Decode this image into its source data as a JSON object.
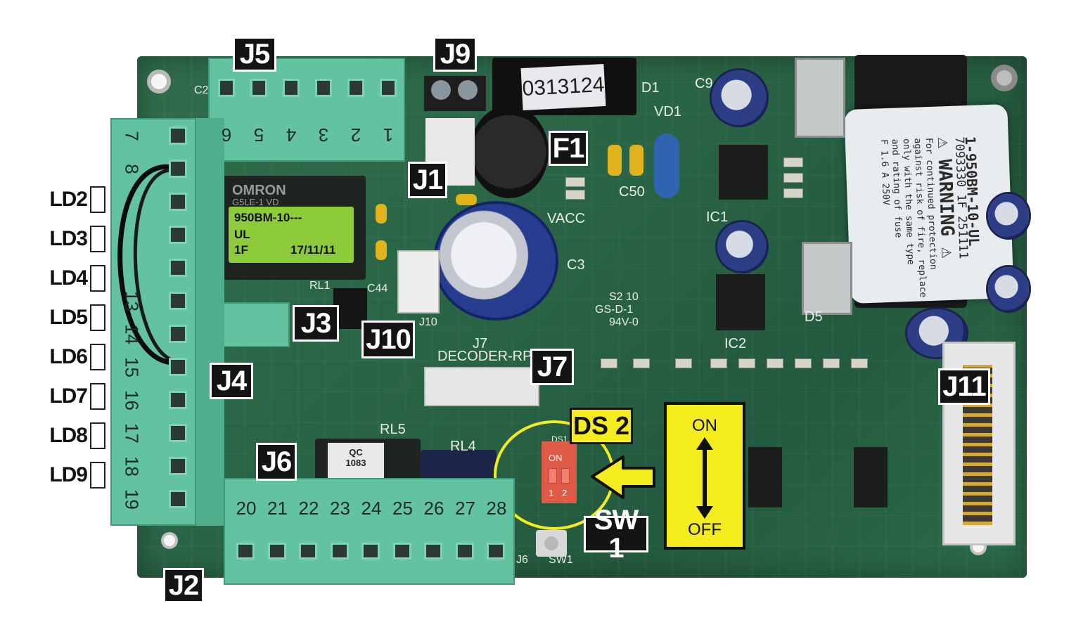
{
  "connector_labels": {
    "j5": "J5",
    "j9": "J9",
    "f1": "F1",
    "j1": "J1",
    "j3": "J3",
    "j10": "J10",
    "j4": "J4",
    "j7": "J7",
    "j6": "J6",
    "j2": "J2",
    "j11": "J11",
    "ds2": "DS 2",
    "sw1": "SW 1"
  },
  "switch_diagram": {
    "on": "ON",
    "off": "OFF"
  },
  "led_labels": [
    "LD2",
    "LD3",
    "LD4",
    "LD5",
    "LD6",
    "LD7",
    "LD8",
    "LD9"
  ],
  "terminal_j5": [
    "6",
    "5",
    "4",
    "3",
    "2",
    "1"
  ],
  "terminal_left": [
    "7",
    "8",
    "",
    "",
    "",
    "13",
    "14",
    "15",
    "16",
    "17",
    "18",
    "19"
  ],
  "terminal_j6": [
    "20",
    "21",
    "22",
    "23",
    "24",
    "25",
    "26",
    "27",
    "28"
  ],
  "silkscreen": {
    "d1": "D1",
    "vd1": "VD1",
    "c9": "C9",
    "c50": "C50",
    "vacc": "VACC",
    "c3": "C3",
    "ic1": "IC1",
    "ic2": "IC2",
    "d5": "D5",
    "c44": "C44",
    "rl1": "RL1",
    "rl5": "RL5",
    "rl4": "RL4",
    "j10_silk": "J10",
    "j7_silk": "J7",
    "decoder": "DECODER-RP",
    "board_code": "S2 10",
    "gs": "GS-D-1",
    "ul94": "94V-0",
    "j6_silk": "J6",
    "sw1_silk": "SW1",
    "ds1_silk": "DS1",
    "c2": "C2",
    "sticker_number": "0313124"
  },
  "relay_omron": {
    "brand": "OMRON",
    "model": "G5LE-1 VD",
    "sticker_line1": "950BM-10---",
    "sticker_line2": "UL",
    "sticker_line3": "1F",
    "sticker_date": "17/11/11"
  },
  "relay_qc": {
    "line1": "QC",
    "line2": "1083"
  },
  "dip_switch": {
    "on": "ON",
    "pos1": "1",
    "pos2": "2"
  },
  "transformer_label": {
    "line1": "1-950BM-10-UL",
    "line2": "7093330 1F     251111",
    "line3": "⚠ WARNING ⚠",
    "line4": "For continued protection",
    "line5": "against risk of fire, replace",
    "line6": "only with the same type",
    "line7": "and rating of fuse",
    "line8": "F 1.6 A 250V"
  },
  "colors": {
    "pcb_green": "#2a6446",
    "terminal_green": "#63c2a0",
    "label_yellow": "#f4ec1c",
    "label_black": "#141414"
  }
}
